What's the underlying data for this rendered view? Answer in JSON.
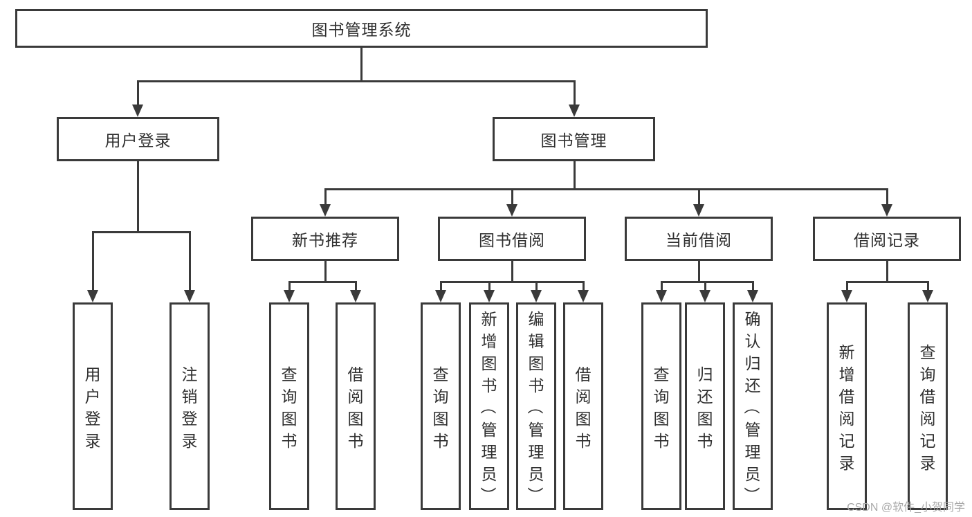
{
  "nodes": {
    "root": "图书管理系统",
    "user_login": "用户登录",
    "book_mgmt": "图书管理",
    "new_book_rec": "新书推荐",
    "book_borrow": "图书借阅",
    "current_borrow": "当前借阅",
    "borrow_record": "借阅记录",
    "leaf_user_login": "用户登录",
    "leaf_logout": "注销登录",
    "leaf_query_book_1": "查询图书",
    "leaf_borrow_book_1": "借阅图书",
    "leaf_query_book_2": "查询图书",
    "leaf_add_book": "新增图书（管理员）",
    "leaf_edit_book": "编辑图书（管理员）",
    "leaf_borrow_book_2": "借阅图书",
    "leaf_query_book_3": "查询图书",
    "leaf_return_book": "归还图书",
    "leaf_confirm_return": "确认归还（管理员）",
    "leaf_add_record": "新增借阅记录",
    "leaf_query_record": "查询借阅记录"
  },
  "hierarchy": {
    "图书管理系统": {
      "用户登录": [
        "用户登录",
        "注销登录"
      ],
      "图书管理": {
        "新书推荐": [
          "查询图书",
          "借阅图书"
        ],
        "图书借阅": [
          "查询图书",
          "新增图书（管理员）",
          "编辑图书（管理员）",
          "借阅图书"
        ],
        "当前借阅": [
          "查询图书",
          "归还图书",
          "确认归还（管理员）"
        ],
        "借阅记录": [
          "新增借阅记录",
          "查询借阅记录"
        ]
      }
    }
  },
  "watermark": "CSDN @软件_小贺同学",
  "colors": {
    "line": "#3a3a3a",
    "text": "#2f2f2f",
    "background": "#ffffff",
    "watermark": "#a9a9a9"
  }
}
